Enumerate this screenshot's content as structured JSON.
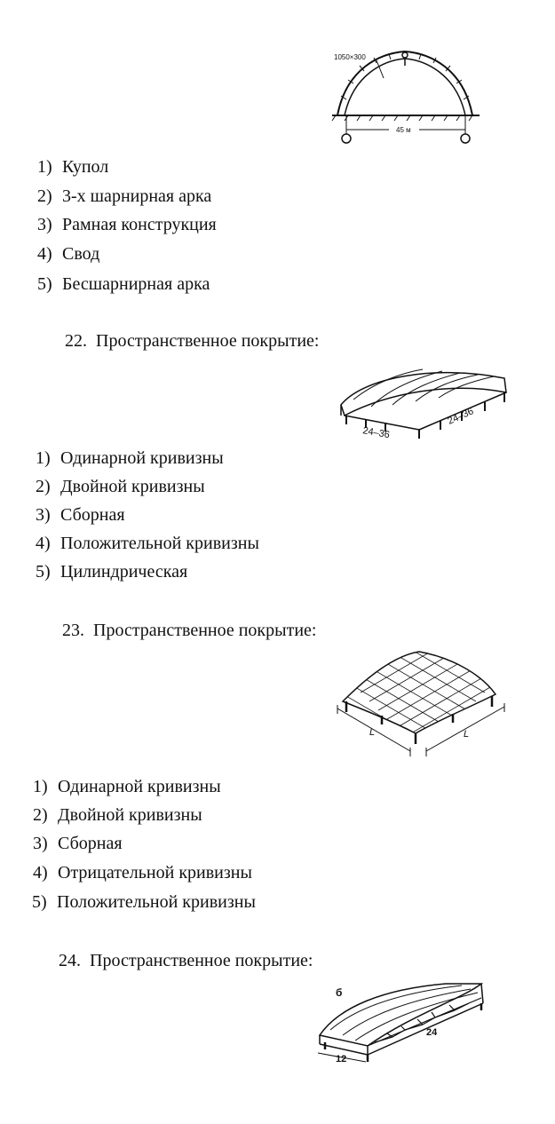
{
  "fig_arch": {
    "label_section": "1050×300",
    "label_span": "45 м"
  },
  "block21": {
    "options": [
      {
        "num": "1)",
        "text": "Купол"
      },
      {
        "num": "2)",
        "text": "3-х шарнирная арка"
      },
      {
        "num": "3)",
        "text": "Рамная конструкция"
      },
      {
        "num": "4)",
        "text": "Свод"
      },
      {
        "num": "5)",
        "text": "Бесшарнирная арка"
      }
    ]
  },
  "q22": {
    "number": "22.",
    "title": "Пространственное покрытие:",
    "fig": {
      "dim_a": "24–36",
      "dim_b": "24–36"
    },
    "options": [
      {
        "num": "1)",
        "text": "Одинарной кривизны"
      },
      {
        "num": "2)",
        "text": "Двойной кривизны"
      },
      {
        "num": "3)",
        "text": "Сборная"
      },
      {
        "num": "4)",
        "text": "Положительной кривизны"
      },
      {
        "num": "5)",
        "text": "Цилиндрическая"
      }
    ]
  },
  "q23": {
    "number": "23.",
    "title": "Пространственное покрытие:",
    "fig": {
      "dim_a": "L",
      "dim_b": "L"
    },
    "options": [
      {
        "num": "1)",
        "text": "Одинарной кривизны"
      },
      {
        "num": "2)",
        "text": "Двойной кривизны"
      },
      {
        "num": "3)",
        "text": "Сборная"
      },
      {
        "num": "4)",
        "text": "Отрицательной кривизны"
      },
      {
        "num": "5)",
        "text": "Положительной кривизны"
      }
    ]
  },
  "q24": {
    "number": "24.",
    "title": "Пространственное покрытие:",
    "fig": {
      "mark": "б",
      "dim_a": "12",
      "dim_b": "24"
    }
  }
}
